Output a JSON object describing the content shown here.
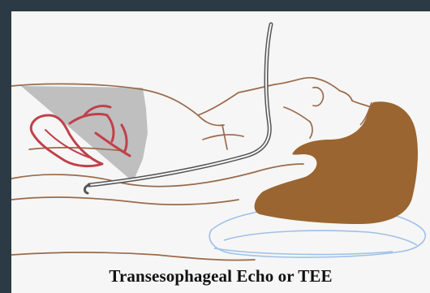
{
  "caption": "Transesophageal Echo or TEE",
  "colors": {
    "frame": "#2b3a44",
    "background": "#f6f6f6",
    "outline": "#9a6a4a",
    "hair": "#9a6530",
    "heart": "#c0404a",
    "ultrasound_fan": "#b9b9b9",
    "probe": "#555555",
    "pillow": "#9ec0e8"
  },
  "icons": [
    "patient-figure",
    "heart-illustration",
    "tee-probe",
    "ultrasound-fan",
    "pillow"
  ]
}
